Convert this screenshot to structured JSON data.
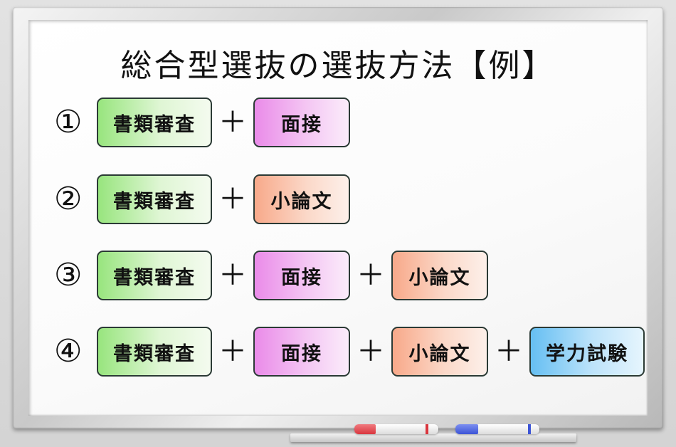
{
  "title": "総合型選抜の選抜方法【例】",
  "rows": [
    {
      "number": "①",
      "items": [
        "書類審査",
        "面接"
      ],
      "operators": [
        "＋"
      ]
    },
    {
      "number": "②",
      "items": [
        "書類審査",
        "小論文"
      ],
      "operators": [
        "＋"
      ]
    },
    {
      "number": "③",
      "items": [
        "書類審査",
        "面接",
        "小論文"
      ],
      "operators": [
        "＋",
        "＋"
      ]
    },
    {
      "number": "④",
      "items": [
        "書類審査",
        "面接",
        "小論文",
        "学力試験"
      ],
      "operators": [
        "＋",
        "＋",
        "＋"
      ]
    }
  ],
  "colors": {
    "document_review": "#98e57e",
    "interview": "#ea8be9",
    "essay": "#f8a98a",
    "academic_test": "#66bff2",
    "red_marker": "#d9363e",
    "blue_marker": "#3c54d6"
  }
}
